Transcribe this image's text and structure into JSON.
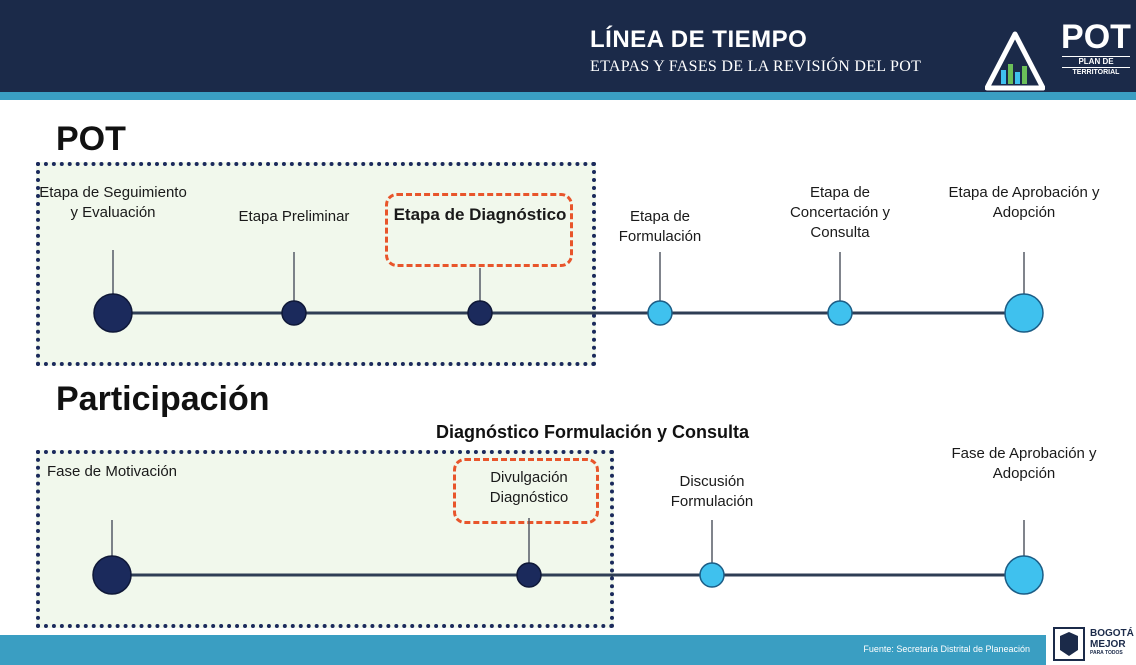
{
  "header": {
    "title": "LÍNEA DE TIEMPO",
    "subtitle": "ETAPAS Y FASES DE LA REVISIÓN DEL POT",
    "logo": {
      "main": "POT",
      "line1": "PLAN DE",
      "line2": "TERRITORIAL"
    }
  },
  "pot_section": {
    "title": "POT",
    "stages": [
      {
        "label": "Etapa de Seguimiento y Evaluación",
        "status": "done",
        "size": "large",
        "highlight": false
      },
      {
        "label": "Etapa Preliminar",
        "status": "done",
        "size": "small",
        "highlight": false
      },
      {
        "label": "Etapa de Diagnóstico",
        "status": "done",
        "size": "small",
        "highlight": true
      },
      {
        "label": "Etapa de Formulación",
        "status": "pending",
        "size": "small",
        "highlight": false
      },
      {
        "label": "Etapa de Concertación y Consulta",
        "status": "pending",
        "size": "small",
        "highlight": false
      },
      {
        "label": "Etapa de Aprobación y Adopción",
        "status": "pending",
        "size": "large",
        "highlight": false
      }
    ]
  },
  "participation_section": {
    "title": "Participación",
    "group_label": "Diagnóstico Formulación y Consulta",
    "phases": [
      {
        "label": "Fase de Motivación",
        "status": "done",
        "size": "large",
        "highlight": false
      },
      {
        "label": "Divulgación Diagnóstico",
        "status": "done",
        "size": "small",
        "highlight": true
      },
      {
        "label": "Discusión Formulación",
        "status": "pending",
        "size": "small",
        "highlight": false
      },
      {
        "label": "Fase de Aprobación y Adopción",
        "status": "pending",
        "size": "large",
        "highlight": false
      }
    ]
  },
  "footer": {
    "source": "Fuente: Secretaría Distrital de Planeación",
    "brand": [
      "BOGOTÁ",
      "MEJOR",
      "PARA TODOS"
    ]
  },
  "colors": {
    "header_bg": "#1b2a49",
    "accent": "#3a9ec2",
    "done_node": "#1b2a5c",
    "pending_node": "#3fc1ee",
    "highlight": "#e8552b",
    "box_bg": "#f1f8ec"
  }
}
